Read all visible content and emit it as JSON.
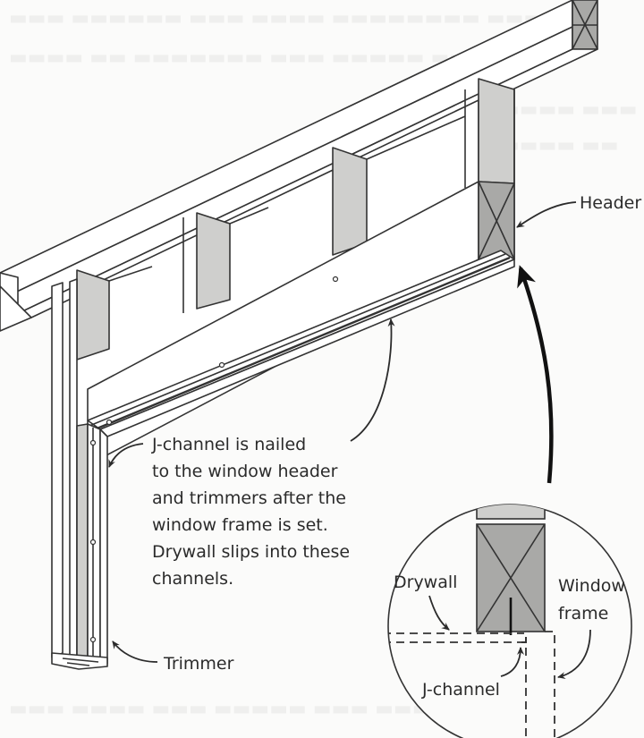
{
  "figure": {
    "title": "J-channel window header detail",
    "labels": {
      "header": "Header",
      "trimmer": "Trimmer",
      "callout_lines": [
        "J-channel is nailed",
        "to the window header",
        "and trimmers after the",
        "window frame is set.",
        "Drywall slips into these",
        "channels."
      ],
      "detail_drywall": "Drywall",
      "detail_window_frame_lines": [
        "Window",
        "frame"
      ],
      "detail_j_channel": "J-channel"
    },
    "colors": {
      "background": "#fbfbfa",
      "line": "#333333",
      "shade_light": "#cfcfcd",
      "shade_dark": "#a9a9a7"
    }
  }
}
